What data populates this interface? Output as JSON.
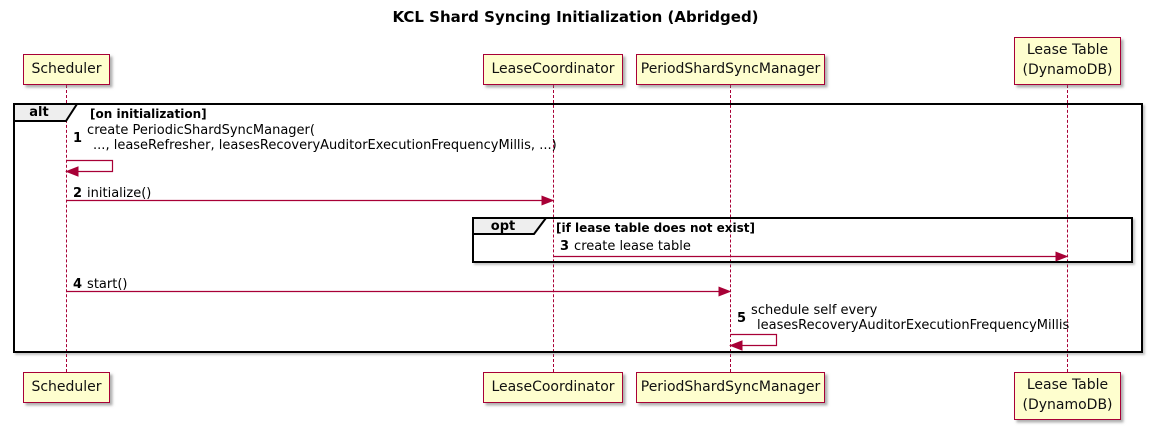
{
  "title": "KCL Shard Syncing Initialization (Abridged)",
  "colors": {
    "background": "#FFFFFF",
    "participant_fill": "#FEFECE",
    "participant_border": "#A80036",
    "lifeline": "#A80036",
    "arrow": "#A80036",
    "frame_border": "#000000",
    "frame_label_fill": "#EEEEEE"
  },
  "participants": [
    {
      "line1": "Scheduler"
    },
    {
      "line1": "LeaseCoordinator"
    },
    {
      "line1": "PeriodShardSyncManager"
    },
    {
      "line1": "Lease Table",
      "line2": "(DynamoDB)"
    }
  ],
  "frames": {
    "alt": {
      "label": "alt",
      "condition": "[on initialization]"
    },
    "opt": {
      "label": "opt",
      "condition": "[if lease table does not exist]"
    }
  },
  "messages": {
    "m1": {
      "num": "1",
      "line1": "create PeriodicShardSyncManager(",
      "line2": "..., leaseRefresher, leasesRecoveryAuditorExecutionFrequencyMillis, ...)"
    },
    "m2": {
      "num": "2",
      "text": "initialize()"
    },
    "m3": {
      "num": "3",
      "text": "create lease table"
    },
    "m4": {
      "num": "4",
      "text": "start()"
    },
    "m5": {
      "num": "5",
      "line1": "schedule self every",
      "line2": "leasesRecoveryAuditorExecutionFrequencyMillis"
    }
  }
}
